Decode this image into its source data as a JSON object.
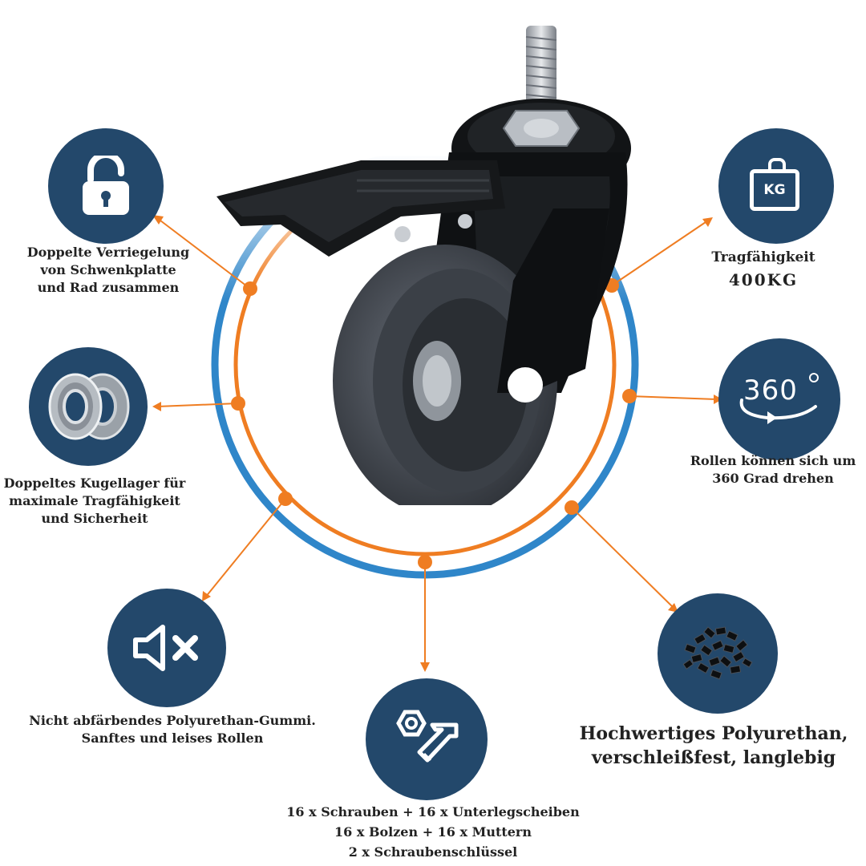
{
  "features": {
    "lock": {
      "icon": "padlock-open-icon",
      "lines": [
        "Doppelte Verriegelung",
        "von Schwenkplatte",
        "und Rad zusammen"
      ]
    },
    "bearing": {
      "icon": "ball-bearing-icon",
      "lines": [
        "Doppeltes Kugellager für",
        "maximale Tragfähigkeit",
        "und Sicherheit"
      ]
    },
    "quiet": {
      "icon": "speaker-muted-icon",
      "lines": [
        "Nicht abfärbendes Polyurethan-Gummi.",
        "Sanftes und leises Rollen"
      ]
    },
    "hardware": {
      "icon": "bolt-nut-icon",
      "lines": [
        "16 x Schrauben + 16 x Unterlegscheiben",
        "16 x Bolzen + 16 x Muttern",
        "2 x Schraubenschlüssel"
      ]
    },
    "material": {
      "icon": "polyurethane-granules-icon",
      "lines": [
        "Hochwertiges Polyurethan,",
        "verschleißfest, langlebig"
      ]
    },
    "rotation": {
      "icon": "rotate-360-icon",
      "icon_text": "360",
      "lines": [
        "Rollen können sich um",
        "360 Grad drehen"
      ]
    },
    "capacity": {
      "icon": "weight-kg-icon",
      "icon_text": "KG",
      "label": "Tragfähigkeit",
      "value": "400KG"
    }
  },
  "colors": {
    "icon_circle": "#23486b",
    "orange_ring": "#ef7d22",
    "blue_ring": "#2f86c9"
  }
}
